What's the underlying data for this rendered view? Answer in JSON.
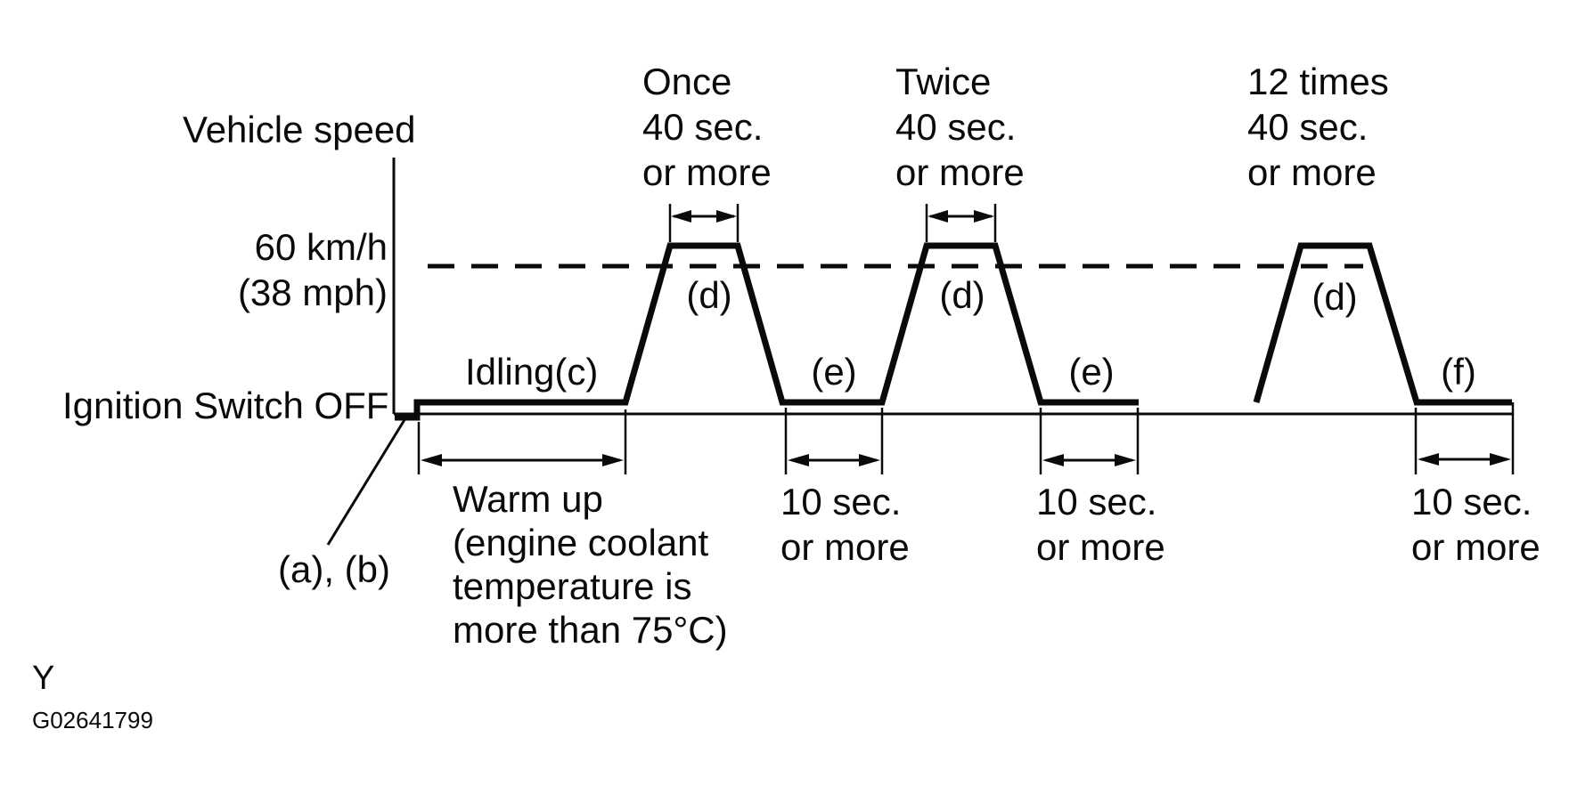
{
  "figure": {
    "y_axis_label": "Vehicle speed",
    "speed_threshold": {
      "line1": "60 km/h",
      "line2": "(38 mph)"
    },
    "baseline_label": "Ignition Switch OFF",
    "idling_label": "Idling(c)",
    "origin_steps_label": "(a), (b)",
    "warm_up_lines": [
      "Warm up",
      "(engine coolant",
      "temperature is",
      "more than 75°C)"
    ],
    "peaks": [
      {
        "count": "Once",
        "duration": "40 sec.",
        "more": "or more",
        "zone": "(d)"
      },
      {
        "count": "Twice",
        "duration": "40 sec.",
        "more": "or more",
        "zone": "(d)"
      },
      {
        "count": "12 times",
        "duration": "40 sec.",
        "more": "or more",
        "zone": "(d)"
      }
    ],
    "rest_zones": [
      "(e)",
      "(e)",
      "(f)"
    ],
    "rest_dims": [
      {
        "line1": "10 sec.",
        "line2": "or more"
      },
      {
        "line1": "10 sec.",
        "line2": "or more"
      },
      {
        "line1": "10 sec.",
        "line2": "or more"
      }
    ],
    "footer": {
      "page_marker": "Y",
      "figure_id": "G02641799"
    },
    "colors": {
      "ink": "#0a0a0a",
      "background": "#ffffff"
    }
  }
}
